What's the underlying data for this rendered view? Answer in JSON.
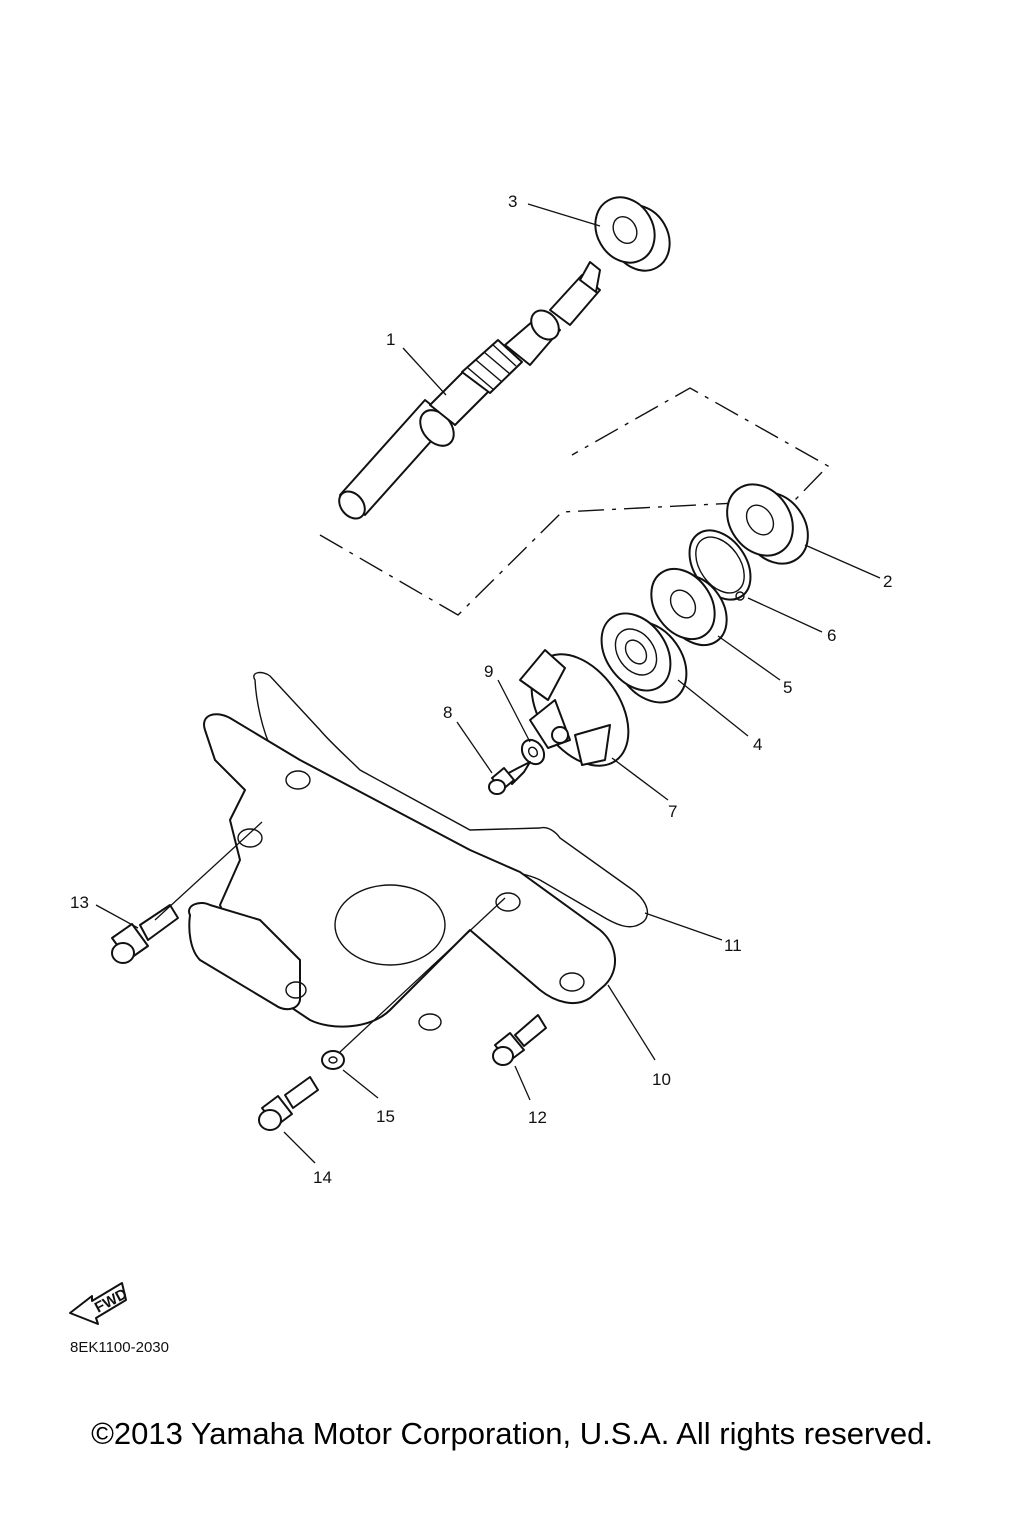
{
  "callouts": [
    "1",
    "2",
    "3",
    "4",
    "5",
    "6",
    "7",
    "8",
    "9",
    "10",
    "11",
    "12",
    "13",
    "14",
    "15"
  ],
  "fwd_badge": "FWD",
  "diagram_code": "8EK1100-2030",
  "copyright": "©2013 Yamaha Motor Corporation, U.S.A. All rights reserved.",
  "colors": {
    "ink": "#111111",
    "background": "#ffffff"
  }
}
